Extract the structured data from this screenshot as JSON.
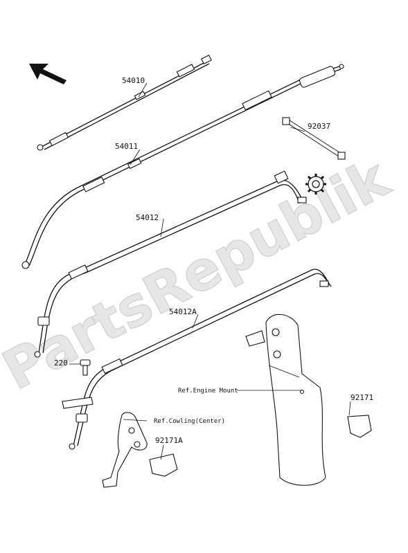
{
  "watermark": "PartsRepublik",
  "part_labels": {
    "p54010": "54010",
    "p54011": "54011",
    "p54012": "54012",
    "p54012a": "54012A",
    "p92037": "92037",
    "p220": "220",
    "p92171": "92171",
    "p92171a": "92171A"
  },
  "reference_labels": {
    "engine_mount": "Ref.Engine Mount",
    "cowling_center": "Ref.Cowling(Center)"
  },
  "icons": [
    "direction-arrow-icon",
    "gear-icon"
  ]
}
